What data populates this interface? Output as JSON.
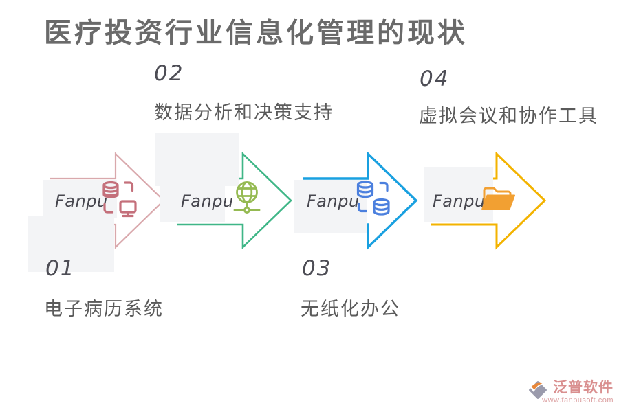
{
  "title": "医疗投资行业信息化管理的现状",
  "steps": [
    {
      "number": "01",
      "label": "电子病历系统",
      "brand": "Fanpu",
      "icon": "database-computer",
      "arrow_color": "#D9A8AC",
      "icon_color": "#C4707B"
    },
    {
      "number": "02",
      "label": "数据分析和决策支持",
      "brand": "Fanpu",
      "icon": "globe-network",
      "arrow_color": "#3FB687",
      "icon_color": "#95BA52"
    },
    {
      "number": "03",
      "label": "无纸化办公",
      "brand": "Fanpu",
      "icon": "database-sync",
      "arrow_color": "#19A0E0",
      "icon_color": "#4C80DE"
    },
    {
      "number": "04",
      "label": "虚拟会议和协作工具",
      "brand": "Fanpu",
      "icon": "folder",
      "arrow_color": "#F3B300",
      "icon_color": "#F2A032"
    }
  ],
  "footer": {
    "brand_name": "泛普软件",
    "website": "www.fanpusoft.com",
    "brand_color": "#D98F8F",
    "website_color": "#DC9FA0"
  }
}
